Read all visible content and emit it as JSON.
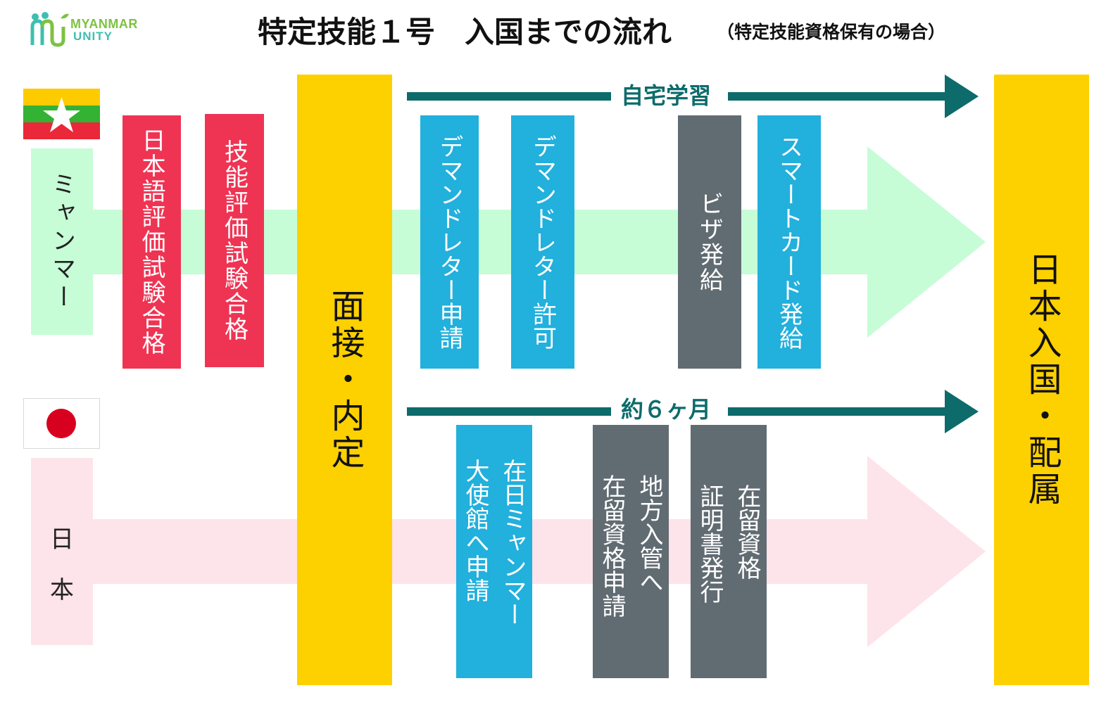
{
  "logo": {
    "line1": "MYANMAR",
    "line2": "UNITY",
    "mark": "m"
  },
  "title": "特定技能１号　入国までの流れ",
  "subtitle": "（特定技能資格保有の場合）",
  "colors": {
    "teal": "#0d6b6b",
    "yellow": "#fdd000",
    "red": "#ef3453",
    "blue": "#22b0dc",
    "gray": "#616b72",
    "myanmar_arrow": "#c6fdd7",
    "japan_arrow": "#fde3ea"
  },
  "myanmar": {
    "label": "ミャンマー",
    "flag": "myanmar-flag",
    "steps": [
      "日本語評価試験合格",
      "技能評価試験合格"
    ]
  },
  "japan": {
    "label_line1": "日",
    "label_line2": "本",
    "flag": "japan-flag"
  },
  "interview": "面接・内定",
  "top_track": {
    "label": "自宅学習",
    "steps": [
      "デマンドレター申請",
      "デマンドレター許可",
      "ビザ発給",
      "スマートカード発給"
    ]
  },
  "bottom_track": {
    "label": "約６ヶ月",
    "step1": {
      "line1": "在日ミャンマー",
      "line2": "大使館へ申請"
    },
    "step2": {
      "line1": "地方入管へ",
      "line2": "在留資格申請"
    },
    "step3": {
      "line1": "在留資格",
      "line2": "証明書発行"
    }
  },
  "arrival": "日本入国・配属"
}
